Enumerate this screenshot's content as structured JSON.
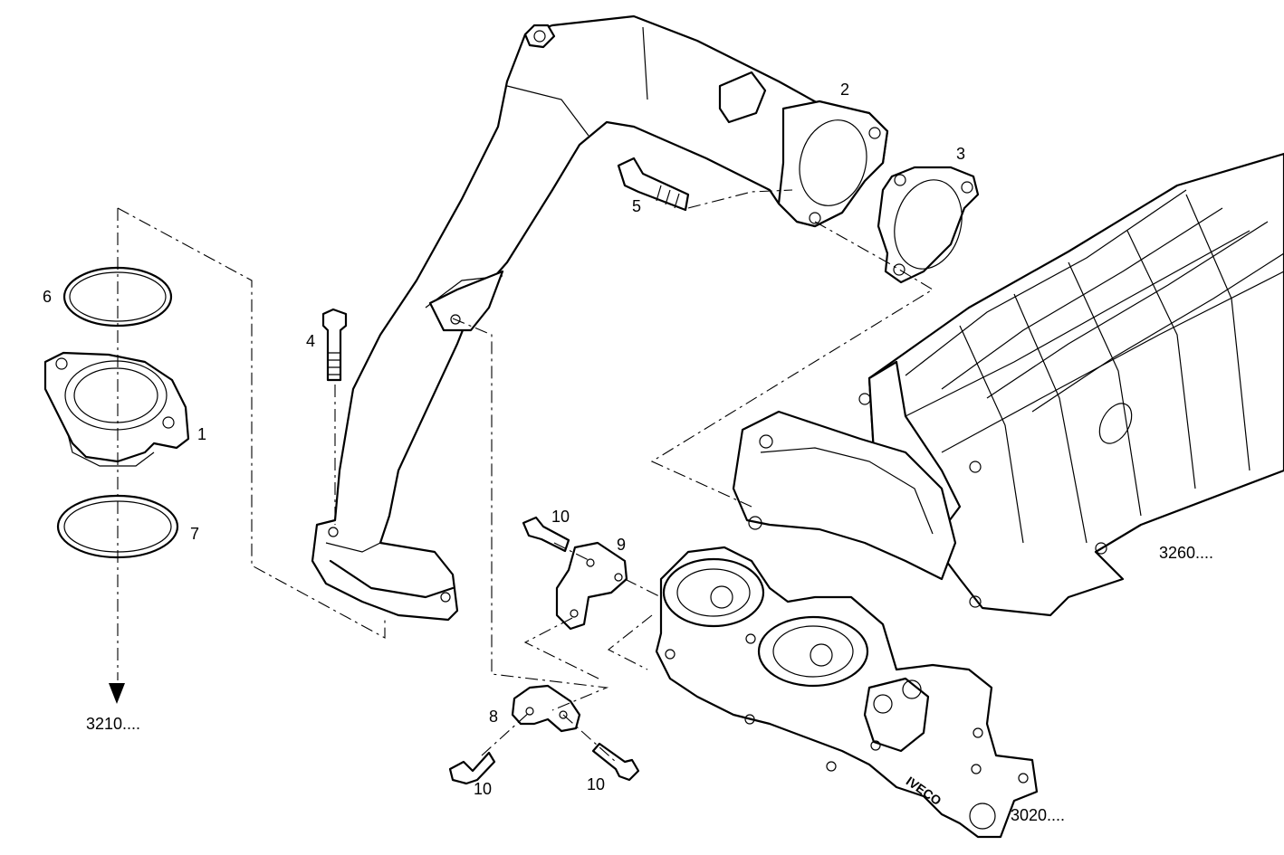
{
  "callouts": {
    "c1": "1",
    "c2": "2",
    "c3": "3",
    "c4": "4",
    "c5": "5",
    "c6": "6",
    "c7": "7",
    "c8": "8",
    "c9": "9",
    "c10a": "10",
    "c10b": "10",
    "c10c": "10"
  },
  "references": {
    "r3210": "3210....",
    "r3260": "3260....",
    "r3020": "3020...."
  },
  "logos": {
    "manifold_cast_text": "IVECO"
  }
}
